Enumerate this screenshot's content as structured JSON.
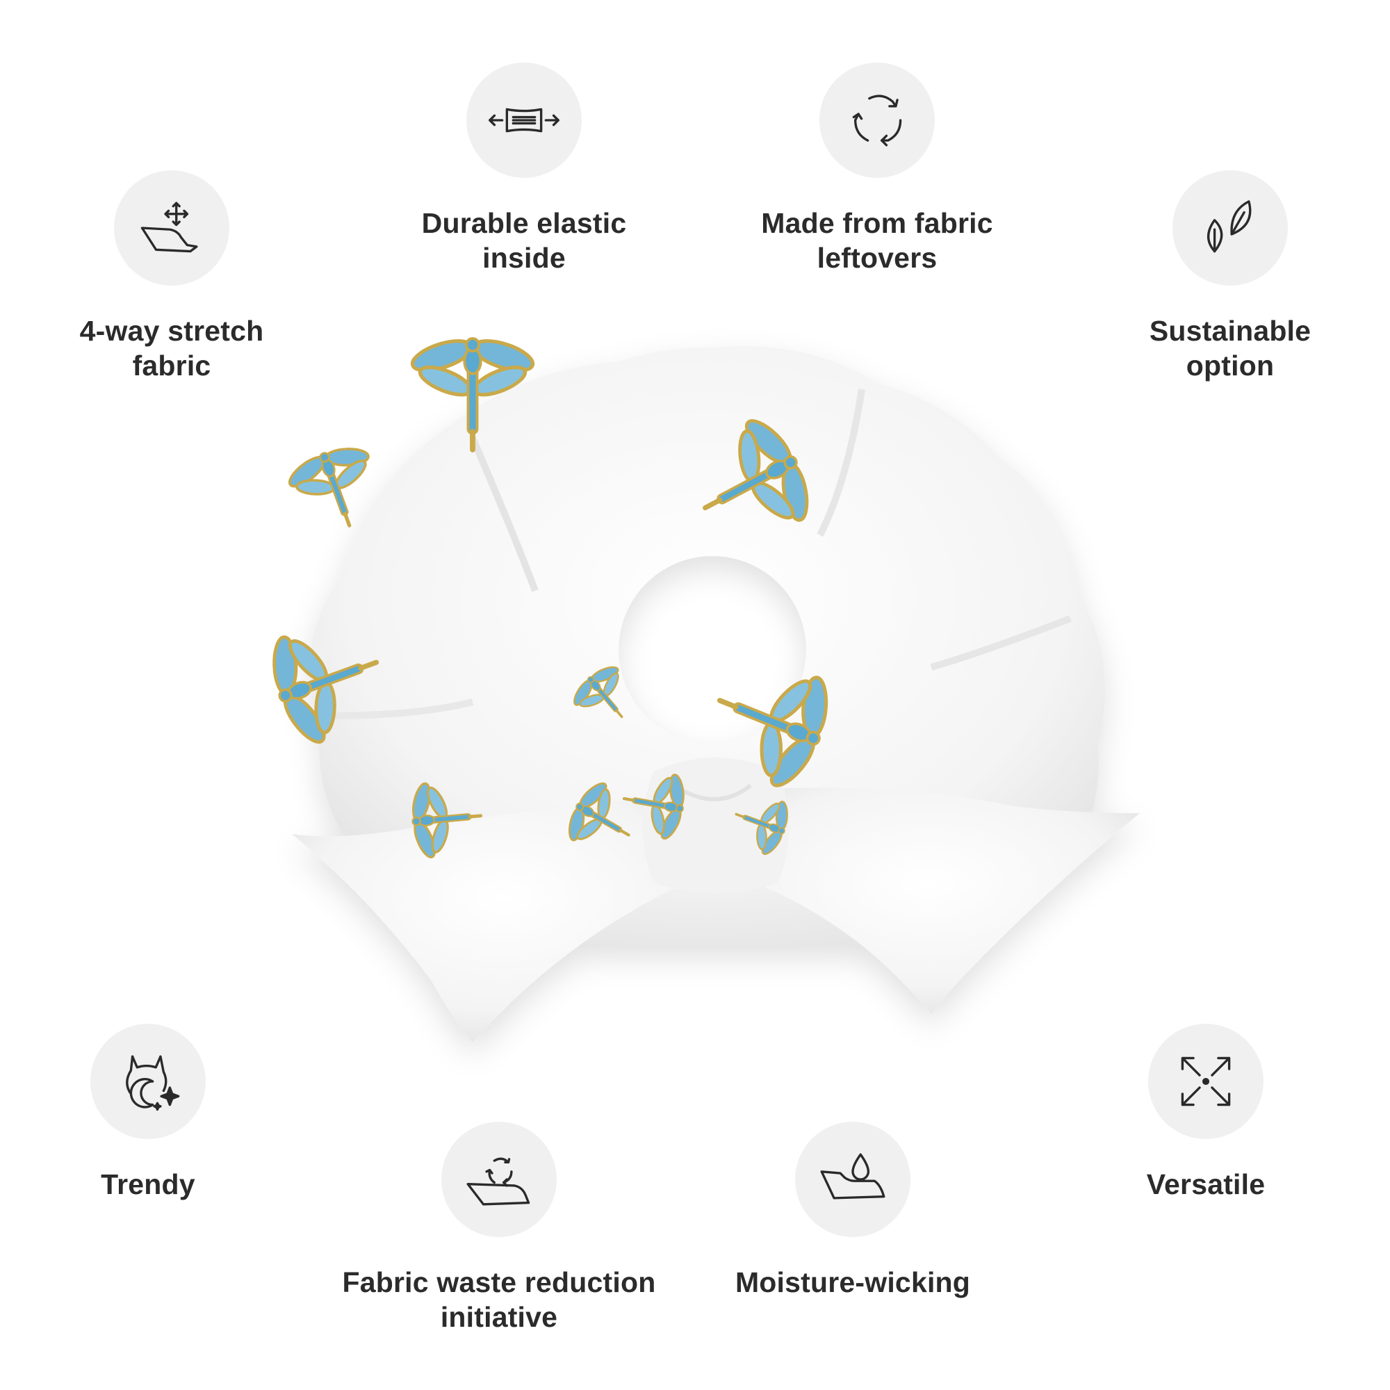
{
  "features": [
    {
      "id": "stretch",
      "icon": "stretch-fabric-icon",
      "lines": [
        "4-way stretch",
        "fabric"
      ]
    },
    {
      "id": "elastic",
      "icon": "elastic-band-icon",
      "lines": [
        "Durable elastic",
        "inside"
      ]
    },
    {
      "id": "leftovers",
      "icon": "recycle-arrows-icon",
      "lines": [
        "Made from fabric",
        "leftovers"
      ]
    },
    {
      "id": "sustainable",
      "icon": "leaves-icon",
      "lines": [
        "Sustainable",
        "option"
      ]
    },
    {
      "id": "trendy",
      "icon": "cat-sparkle-icon",
      "lines": [
        "Trendy"
      ]
    },
    {
      "id": "waste",
      "icon": "recycled-fabric-icon",
      "lines": [
        "Fabric waste reduction",
        "initiative"
      ]
    },
    {
      "id": "moisture",
      "icon": "water-drop-fabric-icon",
      "lines": [
        "Moisture-wicking"
      ]
    },
    {
      "id": "versatile",
      "icon": "expand-arrows-icon",
      "lines": [
        "Versatile"
      ]
    }
  ],
  "product": {
    "image": "dragonfly-scrunchie",
    "colors": {
      "fabric": "#f6f6f6",
      "wing": "#74b6d8",
      "gold": "#c9a94a",
      "body": "#5aa9d0"
    }
  },
  "colors": {
    "badge": "#f0f0f0",
    "text": "#2b2b2b",
    "icon_stroke": "#2a2a2a"
  }
}
